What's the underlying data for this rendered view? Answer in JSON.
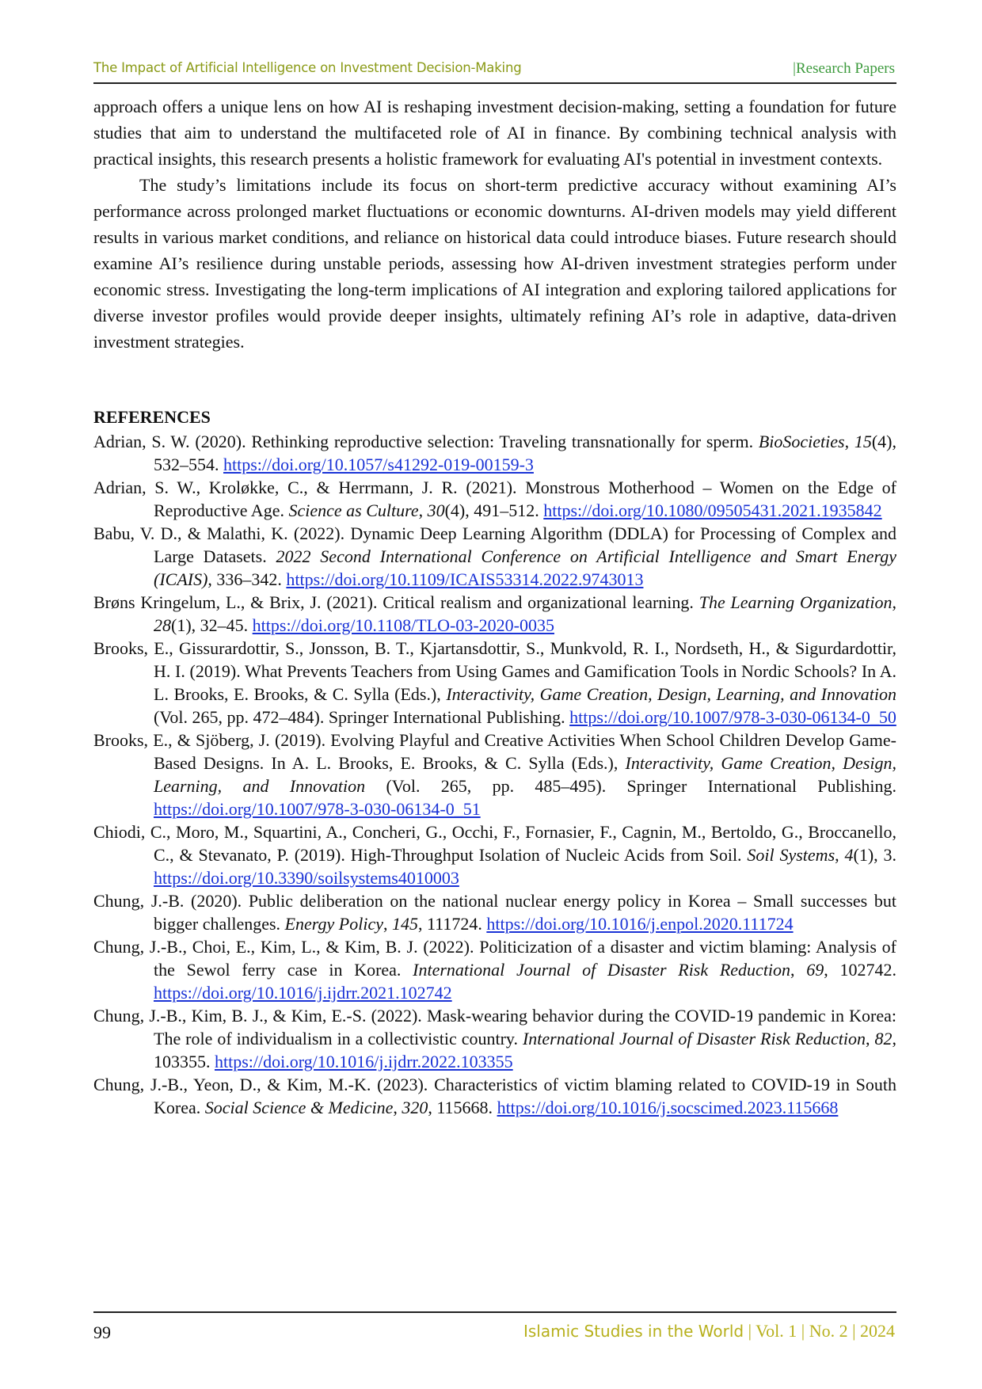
{
  "header": {
    "title": "The Impact of Artificial Intelligence on Investment Decision-Making",
    "section_bar": "|",
    "section": "Research Papers"
  },
  "body": {
    "paragraphs": [
      "approach offers a unique lens on how AI is reshaping investment decision-making, setting a foundation for future studies that aim to understand the multifaceted role of AI in finance. By combining technical analysis with practical insights, this research presents a holistic framework for evaluating AI's potential in investment contexts.",
      "The study’s limitations include its focus on short-term predictive accuracy without examining AI’s performance across prolonged market fluctuations or economic downturns. AI-driven models may yield different results in various market conditions, and reliance on historical data could introduce biases. Future research should examine AI’s resilience during unstable periods, assessing how AI-driven investment strategies perform under economic stress. Investigating the long-term implications of AI integration and exploring tailored applications for diverse investor profiles would provide deeper insights, ultimately refining AI’s role in adaptive, data-driven investment strategies."
    ]
  },
  "references": {
    "heading": "REFERENCES",
    "items": [
      {
        "pre": "Adrian, S. W. (2020). Rethinking reproductive selection: Traveling transnationally for sperm. ",
        "ital": "BioSocieties",
        "mid": ", ",
        "ital2": "15",
        "post": "(4), 532–554. ",
        "doi": "https://doi.org/10.1057/s41292-019-00159-3"
      },
      {
        "pre": "Adrian, S. W., Kroløkke, C., & Herrmann, J. R. (2021). Monstrous Motherhood – Women on the Edge of Reproductive Age. ",
        "ital": "Science as Culture",
        "mid": ", ",
        "ital2": "30",
        "post": "(4), 491–512. ",
        "doi": "https://doi.org/10.1080/09505431.2021.1935842"
      },
      {
        "pre": "Babu, V. D., & Malathi, K. (2022). Dynamic Deep Learning Algorithm (DDLA) for Processing of Complex and Large Datasets. ",
        "ital": "2022 Second International Conference on Artificial Intelligence and Smart Energy (ICAIS)",
        "mid": ", 336–342. ",
        "ital2": "",
        "post": "",
        "doi": "https://doi.org/10.1109/ICAIS53314.2022.9743013"
      },
      {
        "pre": "Brøns Kringelum, L., & Brix, J. (2021). Critical realism and organizational learning. ",
        "ital": "The Learning Organization",
        "mid": ", ",
        "ital2": "28",
        "post": "(1), 32–45. ",
        "doi": "https://doi.org/10.1108/TLO-03-2020-0035"
      },
      {
        "pre": "Brooks, E., Gissurardottir, S., Jonsson, B. T., Kjartansdottir, S., Munkvold, R. I., Nordseth, H., & Sigurdardottir, H. I. (2019). What Prevents Teachers from Using Games and Gamification Tools in Nordic Schools? In A. L. Brooks, E. Brooks, & C. Sylla (Eds.), ",
        "ital": "Interactivity, Game Creation, Design, Learning, and Innovation",
        "mid": " (Vol. 265, pp. 472–484). Springer International Publishing. ",
        "ital2": "",
        "post": "",
        "doi": "https://doi.org/10.1007/978-3-030-06134-0_50"
      },
      {
        "pre": "Brooks, E., & Sjöberg, J. (2019). Evolving Playful and Creative Activities When School Children Develop Game-Based Designs. In A. L. Brooks, E. Brooks, & C. Sylla (Eds.), ",
        "ital": "Interactivity, Game Creation, Design, Learning, and Innovation",
        "mid": " (Vol. 265, pp. 485–495). Springer International Publishing. ",
        "ital2": "",
        "post": "",
        "doi": "https://doi.org/10.1007/978-3-030-06134-0_51"
      },
      {
        "pre": "Chiodi, C., Moro, M., Squartini, A., Concheri, G., Occhi, F., Fornasier, F., Cagnin, M., Bertoldo, G., Broccanello, C., & Stevanato, P. (2019). High-Throughput Isolation of Nucleic Acids from Soil. ",
        "ital": "Soil Systems",
        "mid": ", ",
        "ital2": "4",
        "post": "(1), 3. ",
        "doi": "https://doi.org/10.3390/soilsystems4010003"
      },
      {
        "pre": "Chung, J.-B. (2020). Public deliberation on the national nuclear energy policy in Korea – Small successes but bigger challenges. ",
        "ital": "Energy Policy",
        "mid": ", ",
        "ital2": "145",
        "post": ", 111724. ",
        "doi": "https://doi.org/10.1016/j.enpol.2020.111724"
      },
      {
        "pre": "Chung, J.-B., Choi, E., Kim, L., & Kim, B. J. (2022). Politicization of a disaster and victim blaming: Analysis of the Sewol ferry case in Korea. ",
        "ital": "International Journal of Disaster Risk Reduction",
        "mid": ", ",
        "ital2": "69",
        "post": ", 102742. ",
        "doi": "https://doi.org/10.1016/j.ijdrr.2021.102742"
      },
      {
        "pre": "Chung, J.-B., Kim, B. J., & Kim, E.-S. (2022). Mask-wearing behavior during the COVID-19 pandemic in Korea: The role of individualism in a collectivistic country. ",
        "ital": "International Journal of Disaster Risk Reduction",
        "mid": ", ",
        "ital2": "82",
        "post": ", 103355. ",
        "doi": "https://doi.org/10.1016/j.ijdrr.2022.103355"
      },
      {
        "pre": "Chung, J.-B., Yeon, D., & Kim, M.-K. (2023). Characteristics of victim blaming related to COVID-19 in South Korea. ",
        "ital": "Social Science & Medicine",
        "mid": ", ",
        "ital2": "320",
        "post": ", 115668. ",
        "doi": "https://doi.org/10.1016/j.socscimed.2023.115668"
      }
    ]
  },
  "footer": {
    "page_number": "99",
    "journal": "Islamic Studies in the World",
    "sep1": " | ",
    "volume": "Vol. 1",
    "sep2": " | ",
    "issue": "No. 2",
    "sep3": " | ",
    "year": "2024"
  },
  "colors": {
    "header_title": "#8a9a16",
    "header_section": "#3c9a3c",
    "link": "#1a33d6",
    "footer_journal": "#b7b01c"
  }
}
